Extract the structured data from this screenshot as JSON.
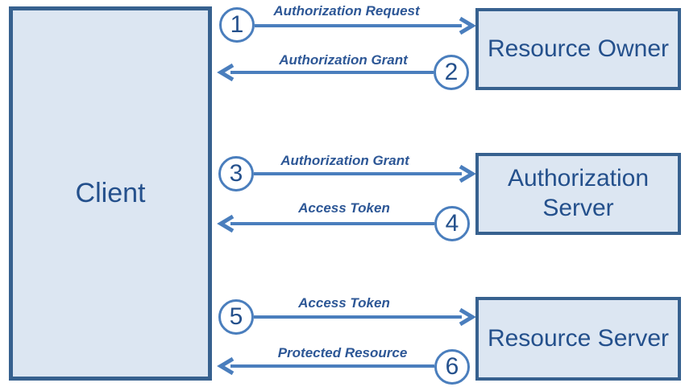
{
  "client": {
    "label": "Client"
  },
  "entities": [
    {
      "id": "resource-owner",
      "label": "Resource Owner"
    },
    {
      "id": "authorization-server",
      "label": "Authorization Server"
    },
    {
      "id": "resource-server",
      "label": "Resource Server"
    }
  ],
  "flows": [
    {
      "number": "1",
      "label": "Authorization Request",
      "direction": "right",
      "from": "Client",
      "to": "Resource Owner"
    },
    {
      "number": "2",
      "label": "Authorization Grant",
      "direction": "left",
      "from": "Resource Owner",
      "to": "Client"
    },
    {
      "number": "3",
      "label": "Authorization Grant",
      "direction": "right",
      "from": "Client",
      "to": "Authorization Server"
    },
    {
      "number": "4",
      "label": "Access Token",
      "direction": "left",
      "from": "Authorization Server",
      "to": "Client"
    },
    {
      "number": "5",
      "label": "Access Token",
      "direction": "right",
      "from": "Client",
      "to": "Resource Server"
    },
    {
      "number": "6",
      "label": "Protected Resource",
      "direction": "left",
      "from": "Resource Server",
      "to": "Client"
    }
  ],
  "colors": {
    "box_fill": "#dce6f2",
    "box_border": "#37618f",
    "heading_text": "#24508c",
    "arrow": "#4a7ebd",
    "flow_label_text": "#2d5796",
    "circle_fill": "#ffffff",
    "background": "#ffffff"
  }
}
